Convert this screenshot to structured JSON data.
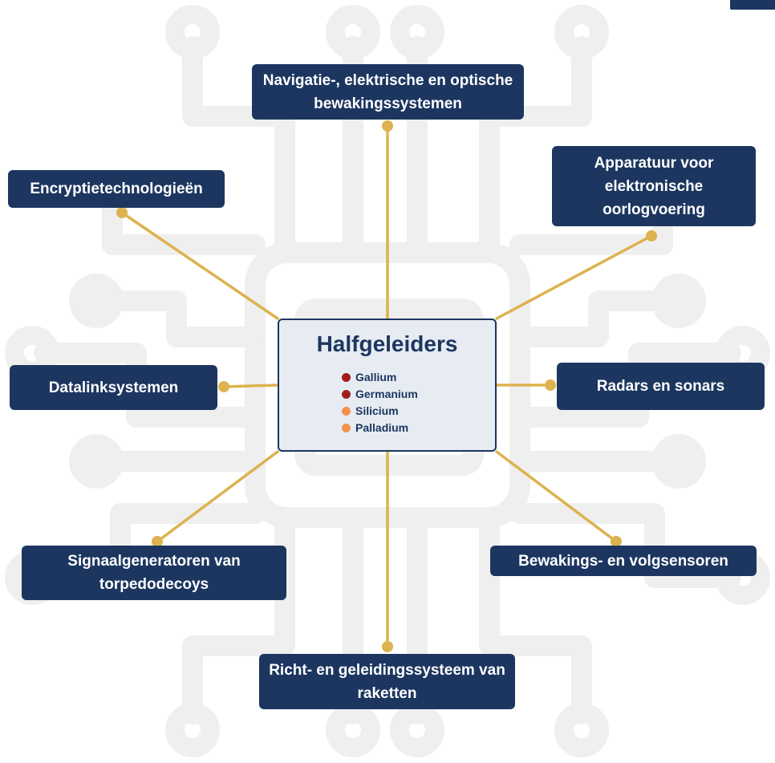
{
  "center": {
    "title": "Halfgeleiders",
    "elements": [
      {
        "name": "Gallium",
        "color": "#a31d1d"
      },
      {
        "name": "Germanium",
        "color": "#a31d1d"
      },
      {
        "name": "Silicium",
        "color": "#f5914e"
      },
      {
        "name": "Palladium",
        "color": "#f5914e"
      }
    ]
  },
  "applications": {
    "navigation": "Navigatie-, elektrische en optische bewakingssystemen",
    "encryption": "Encryptietechnologieën",
    "electronic_warfare": "Apparatuur voor elektronische oorlogvoering",
    "datalink": "Datalinksystemen",
    "radar": "Radars en sonars",
    "signal_generators": "Signaalgeneratoren van torpedodecoys",
    "surveillance": "Bewakings- en volgsensoren",
    "missile_guidance": "Richt- en geleidingssysteem van raketten"
  },
  "colors": {
    "navy": "#1c3660",
    "connector": "#ddb24f",
    "center_fill": "#e7ecf2",
    "circuit_bg": "#efefef"
  }
}
